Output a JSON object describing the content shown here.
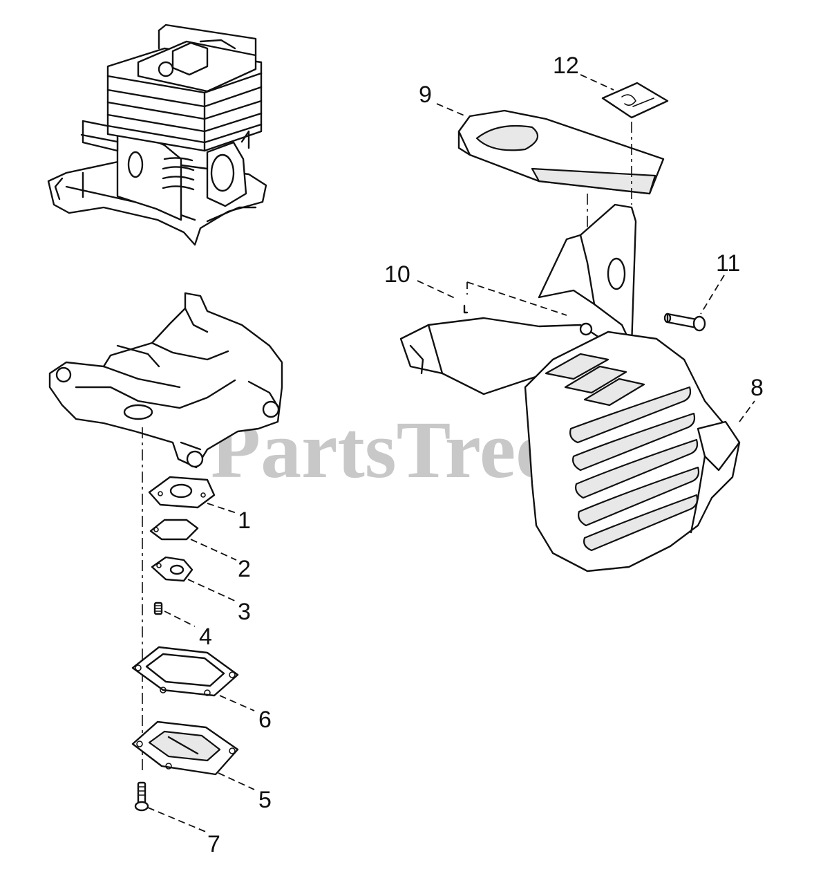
{
  "watermark": "PartsTree",
  "callouts": [
    "1",
    "2",
    "3",
    "4",
    "5",
    "6",
    "7",
    "8",
    "9",
    "10",
    "11",
    "12"
  ]
}
